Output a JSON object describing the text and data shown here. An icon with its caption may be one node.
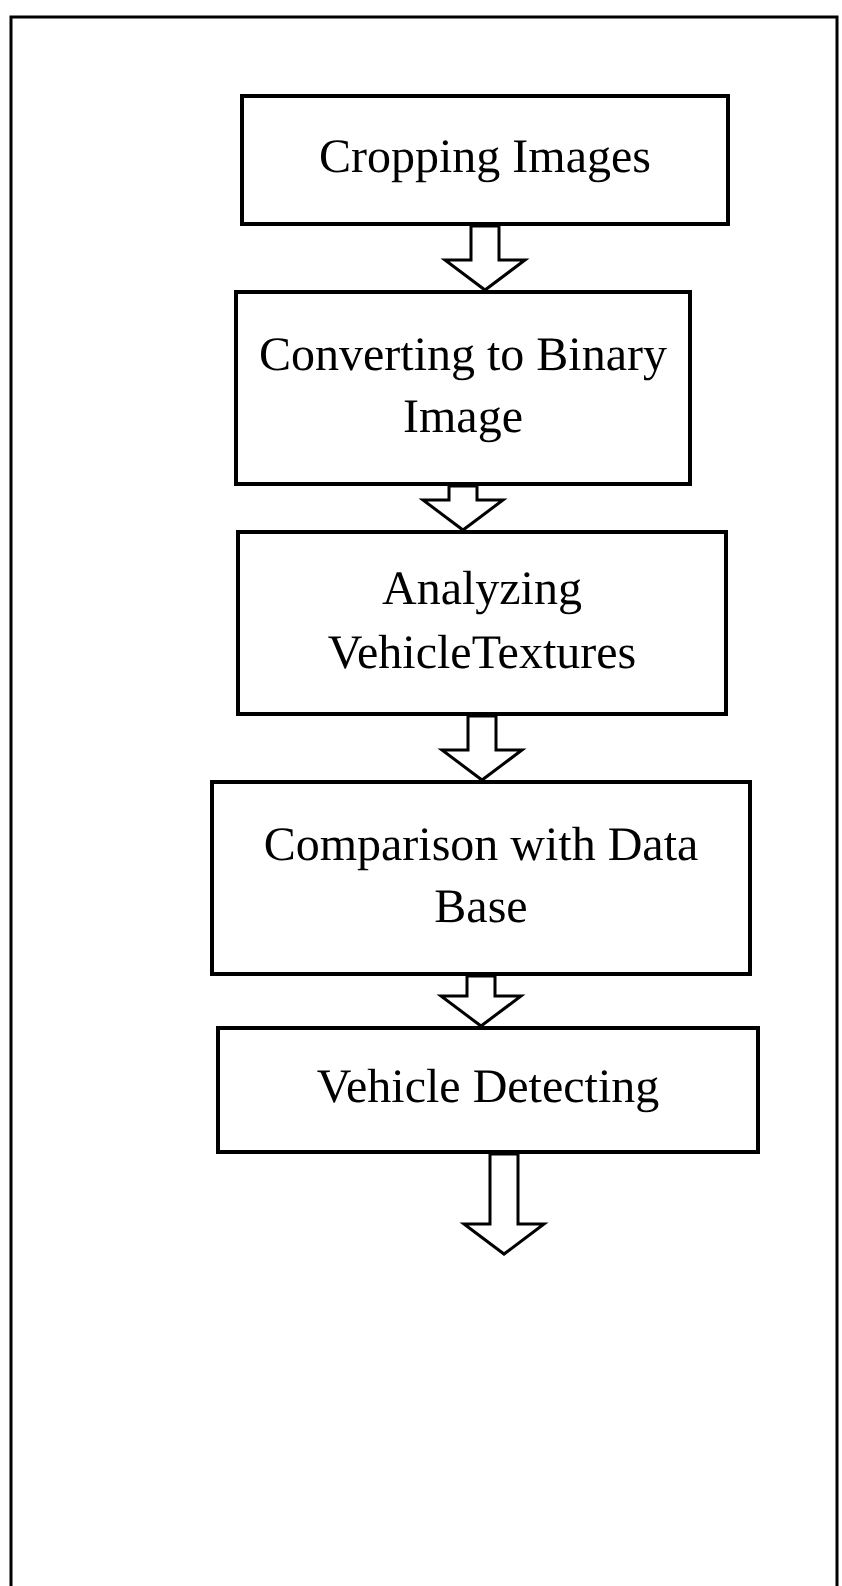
{
  "diagram": {
    "nodes": [
      {
        "text": [
          "Cropping Images"
        ]
      },
      {
        "text": [
          "Converting to Binary Image"
        ]
      },
      {
        "text": [
          "Analyzing VehicleTextures"
        ]
      },
      {
        "text": [
          "Comparison with Data Base"
        ]
      },
      {
        "text": [
          "Vehicle Detecting"
        ]
      }
    ],
    "edges": [
      {
        "from": 0,
        "to": 1,
        "arrow": "to"
      },
      {
        "from": 1,
        "to": 2,
        "arrow": "to"
      },
      {
        "from": 2,
        "to": 3,
        "arrow": "to"
      },
      {
        "from": 3,
        "to": 4,
        "arrow": "to"
      },
      {
        "from": 4,
        "to": null,
        "arrow": "to"
      }
    ]
  }
}
